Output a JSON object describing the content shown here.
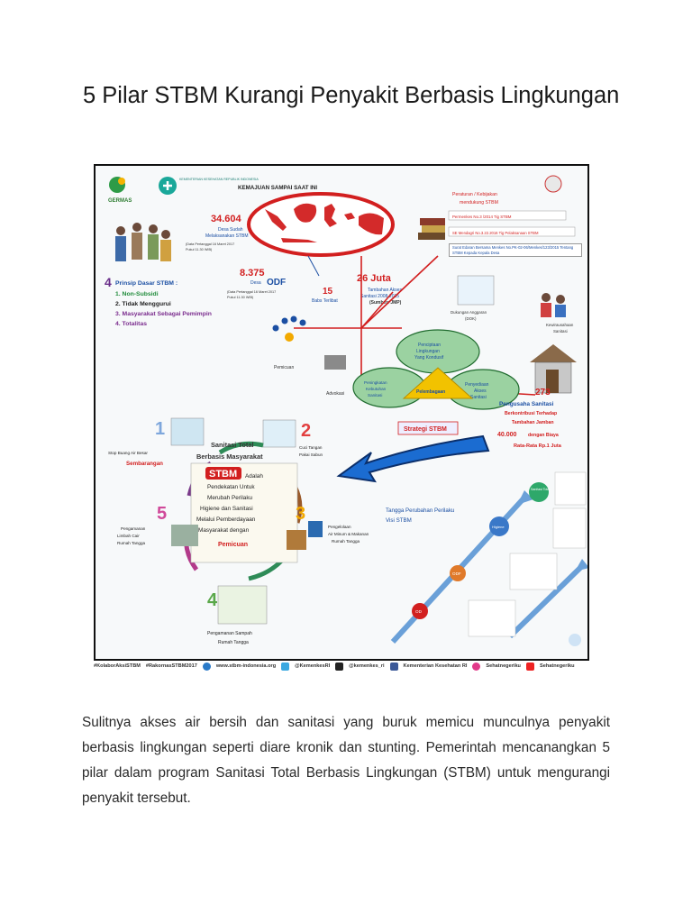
{
  "page": {
    "title": "5 Pilar STBM Kurangi Penyakit Berbasis Lingkungan",
    "body": "Sulitnya akses air bersih dan sanitasi yang buruk memicu munculnya penyakit berbasis lingkungan seperti diare kronik dan stunting. Pemerintah mencanangkan 5 pilar dalam program Sanitasi Total Berbasis Lingkungan (STBM) untuk mengurangi penyakit tersebut."
  },
  "infographic": {
    "logos": {
      "germas": "GERMAS",
      "ministry": "KEMENTERIAN KESEHATAN REPUBLIK INDONESIA"
    },
    "map_title": "KEMAJUAN SAMPAI SAAT INI",
    "stat_desa_stbm": {
      "value": "34.604",
      "label1": "Desa Sudah",
      "label2": "Melaksanakan STBM",
      "note1": "(Data Pertanggal 16 Maret 2017",
      "note2": "Pukul 11.30 WIB)"
    },
    "stat_odf": {
      "value": "8.375",
      "label": "Desa",
      "badge": "ODF",
      "note1": "(Data Pertanggal 16 Maret 2017",
      "note2": "Pukul 11.30 WIB)"
    },
    "stat_bab": {
      "value": "15",
      "label": "Babs Terlibat"
    },
    "stat_juta": {
      "value": "26 Juta",
      "label1": "Tambahan Akses",
      "label2": "Sanitasi 2008-2015",
      "source": "(Sumber: JMP)"
    },
    "regulation": {
      "title1": "Peraturan / Kebijakan",
      "title2": "mendukung STBM",
      "items": [
        "Permenkes No.3 /2014 Tig STBM",
        "SE Mendagri No.3.22.2016 Tig Pelaksanaan STBM",
        "Surat Edaran Bersama Menkes No.PK-02-06/Menkes/123/2015 Tentang STBM Kepada Kepala Desa"
      ]
    },
    "dana": {
      "label1": "Dukungan Anggaran",
      "label2": "(DOK)"
    },
    "principles": {
      "number": "4",
      "title": "Prinsip Dasar STBM :",
      "items": [
        "1.  Non-Subsidi",
        "2.  Tidak Menggurui",
        "3.  Masyarakat Sebagai Pemimpin",
        "4.  Totalitas"
      ]
    },
    "strategy": {
      "pemicuan": "Pemicuan",
      "advokasi": "Advokasi",
      "top": [
        "Penciptaan",
        "Lingkungan",
        "Yang Kondusif"
      ],
      "left": [
        "Peningkatan",
        "Kebutuhan",
        "Sanitasi"
      ],
      "center": "Pelembagaan",
      "right": [
        "Penyediaan",
        "Akses",
        "Sanitasi"
      ],
      "label": "Strategi STBM"
    },
    "wirausaha": {
      "market_label1": "Kewirausahaan",
      "market_label2": "Sanitasi",
      "value": "273",
      "title": "Pengusaha Sanitasi",
      "line1": "Berkontribusi Terhadap",
      "line2": "Tambahan Jamban",
      "amount": "40.000",
      "amount_suffix": "dengan Biaya",
      "cost": "Rata-Rata Rp.1 Juta"
    },
    "pillars": {
      "p1": {
        "num": "1",
        "label1": "Stop Buang Air Besar",
        "label2": "Sembarangan"
      },
      "p2": {
        "num": "2",
        "label1": "Cuci Tangan",
        "label2": "Pakai Sabun"
      },
      "p3": {
        "num": "3",
        "label1": "Pengelolaan",
        "label2": "Air Minum & Makanan",
        "label3": "Rumah Tangga"
      },
      "p4": {
        "num": "4",
        "label1": "Pengamanan Sampah",
        "label2": "Rumah Tangga"
      },
      "p5": {
        "num": "5",
        "label1": "Pengamanan",
        "label2": "Limbah Cair",
        "label3": "Rumah Tangga"
      }
    },
    "center": {
      "l1": "Sanitasi Total",
      "l2": "Berbasis Masyarakat",
      "stbm": "STBM",
      "lines": [
        "Adalah",
        "Pendekatan Untuk",
        "Merubah Perilaku",
        "Higiene dan Sanitasi",
        "Melalui Pemberdayaan",
        "Masyarakat dengan"
      ],
      "pemicuan": "Pemicuan"
    },
    "ladder": {
      "title1": "Tangga Perubahan Perilaku",
      "title2": "Visi STBM",
      "step_labels": [
        "OD",
        "ODF",
        "Higiene",
        "Sanitasi Total"
      ]
    }
  },
  "footer": {
    "items": [
      "#KolaborAksiSTBM",
      "#RakornasSTBM2017",
      "www.stbm-indonesia.org",
      "@KemenkesRI",
      "@kemenkes_ri",
      "Kementerian Kesehatan RI",
      "Sehatnegeriku",
      "Sehatnegeriku"
    ]
  },
  "colors": {
    "accent_red": "#e2231a",
    "accent_blue": "#1b4fa3",
    "accent_green": "#1f8b3a",
    "accent_purple": "#7b2d8e",
    "accent_yellow": "#f2a900"
  }
}
